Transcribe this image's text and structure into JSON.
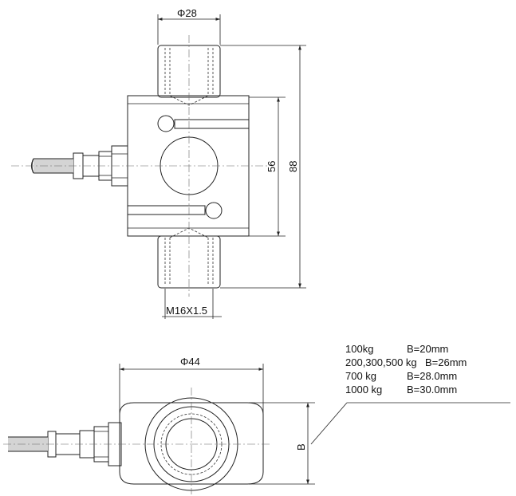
{
  "drawing": {
    "top_view": {
      "dia_top": "Φ28",
      "height_inner": "56",
      "height_total": "88",
      "thread": "M16X1.5"
    },
    "bottom_view": {
      "dia": "Φ44",
      "b_label": "B"
    },
    "spec_table": [
      {
        "load": "100kg",
        "b": "B=20mm"
      },
      {
        "load": "200,300,500 kg",
        "b": "B=26mm"
      },
      {
        "load": "700 kg",
        "b": "B=28.0mm"
      },
      {
        "load": "1000 kg",
        "b": "B=30.0mm"
      }
    ],
    "colors": {
      "body": "#bdbdbd",
      "line": "#222222"
    }
  }
}
